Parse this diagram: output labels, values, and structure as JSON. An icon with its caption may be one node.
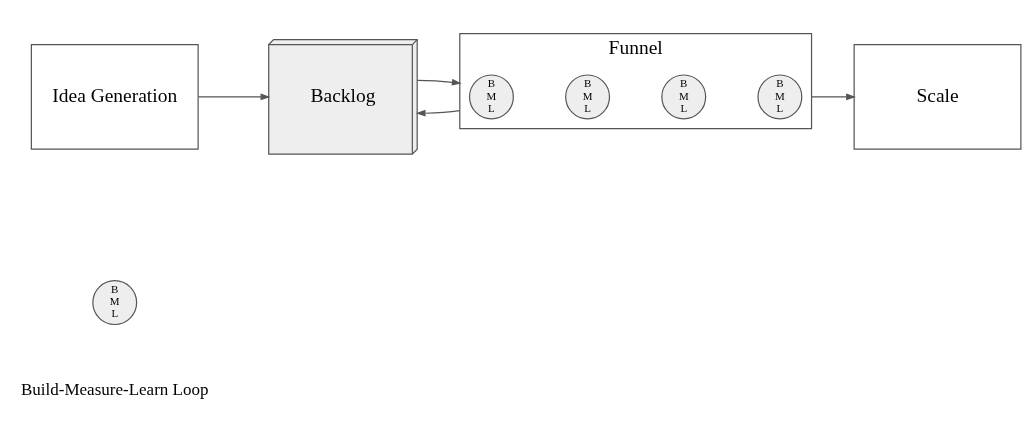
{
  "diagram": {
    "nodes": [
      {
        "text": [
          "Idea Generation"
        ]
      },
      {
        "text": [
          "Backlog"
        ]
      },
      {
        "text": [
          "Funnel"
        ]
      },
      {
        "text": [
          "B M L"
        ],
        "in": 2
      },
      {
        "text": [
          "B M L"
        ],
        "in": 2
      },
      {
        "text": [
          "B M L"
        ],
        "in": 2
      },
      {
        "text": [
          "B M L"
        ],
        "in": 2
      },
      {
        "text": [
          "Scale"
        ]
      },
      {
        "text": [
          "B M L"
        ],
        "beside": [
          "Build-Measure-Learn Loop"
        ]
      }
    ],
    "edges": [
      {
        "from": 0,
        "to": 1,
        "arrow": "to"
      },
      {
        "from": 2,
        "to": 1,
        "arrow": "to"
      },
      {
        "from": 1,
        "to": 2,
        "arrow": "to"
      },
      {
        "from": 2,
        "to": 7,
        "arrow": "to"
      }
    ]
  }
}
